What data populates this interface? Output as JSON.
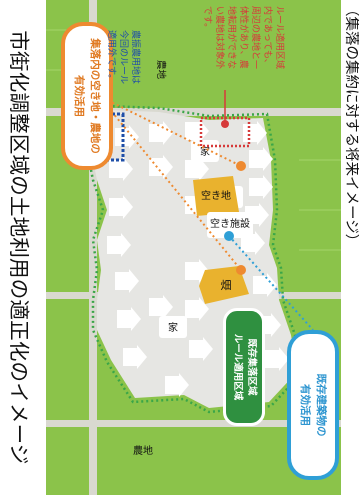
{
  "title": "市街化調整区域の土地利用の適正化のイメージ",
  "subtitle": "（集落の集約に対する将来イメージ）",
  "callouts": {
    "vacant": {
      "line1": "集落内の空き地・農地の",
      "line2": "有効活用"
    },
    "existing": {
      "line1": "既存建築物の",
      "line2": "有効活用"
    },
    "rule": {
      "line1": "既存集落区域",
      "line2": "ルール適用区域"
    }
  },
  "labels": {
    "farmland": "農地",
    "house": "家",
    "field": "畑",
    "vacant_lot": "空き地",
    "vacant_facility": "空き施設"
  },
  "notes": {
    "red": [
      "ルール適用区域",
      "内であっても、",
      "周辺の農地と一",
      "体性があり、農",
      "地転用ができな",
      "い農地は対象外",
      "です。"
    ],
    "farmland_title": "農地",
    "blue": [
      "農振農用地は",
      "今回のルール",
      "適用外です。"
    ]
  },
  "colors": {
    "green_field": "#8bc34a",
    "green_dark": "#2f9040",
    "road": "#d9d9d0",
    "orange": "#ee8a30",
    "blue": "#2f9fd6",
    "red": "#d63a3a",
    "navy": "#1f4fa8",
    "yellow": "#e9b22e"
  }
}
